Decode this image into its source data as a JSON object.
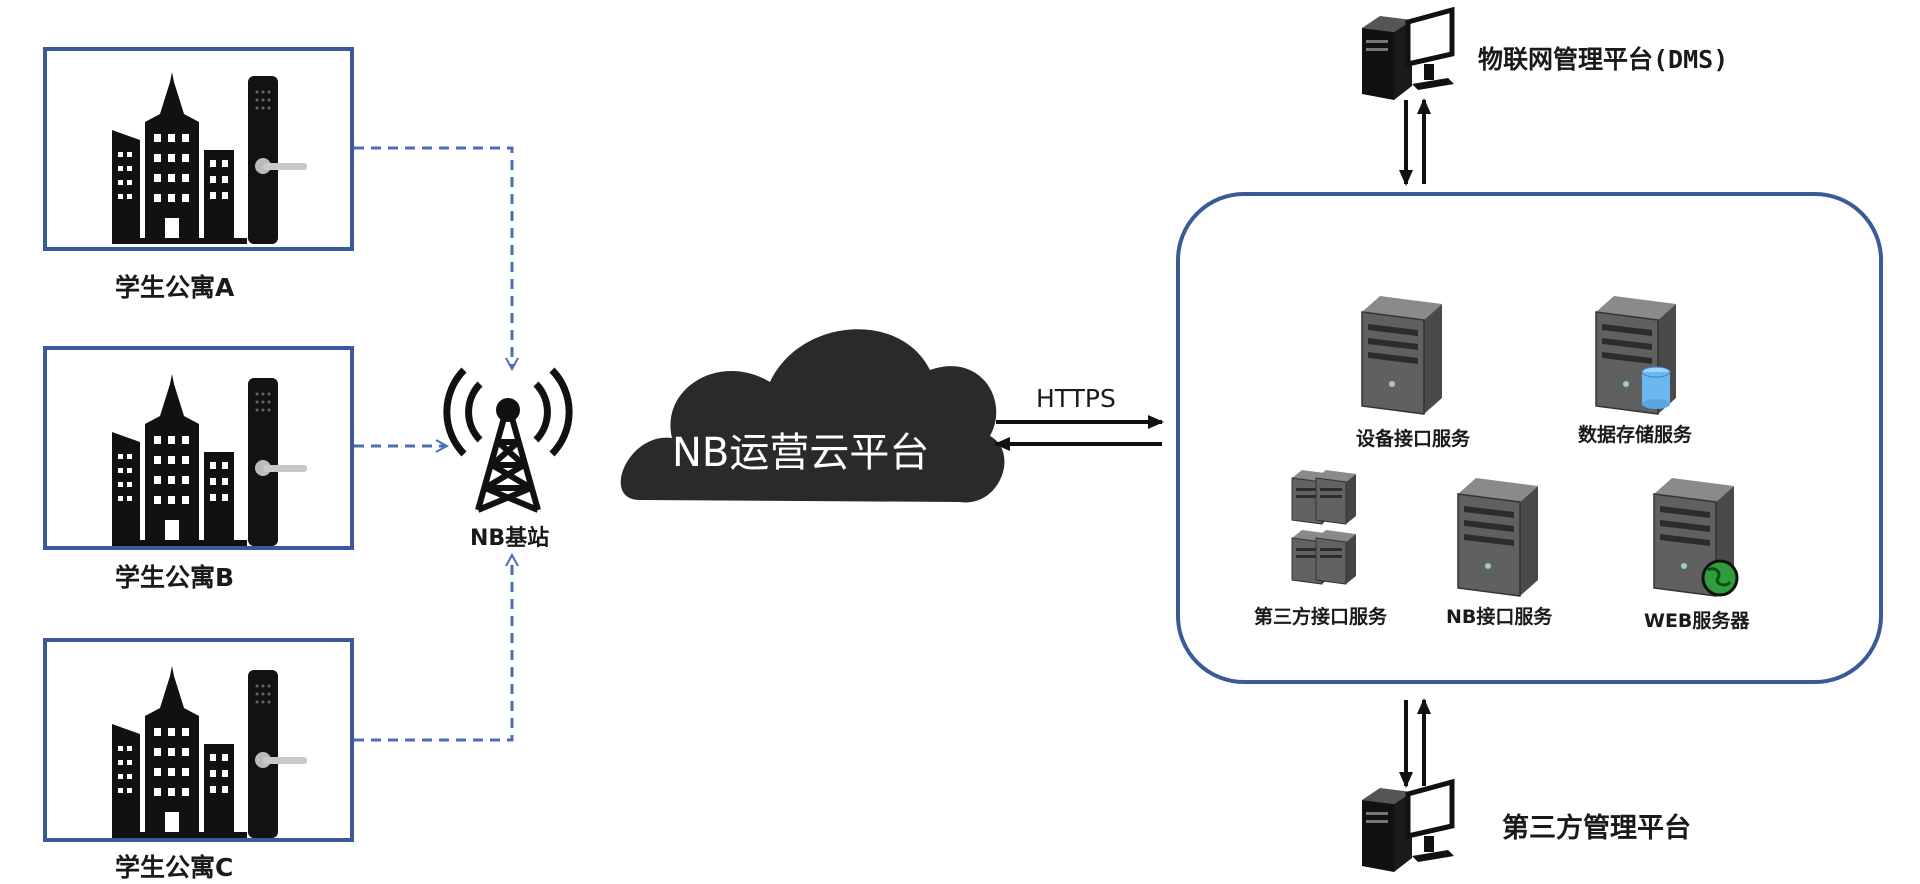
{
  "apartments": [
    {
      "label": "学生公寓A"
    },
    {
      "label": "学生公寓B"
    },
    {
      "label": "学生公寓C"
    }
  ],
  "base_station": {
    "label": "NB基站"
  },
  "cloud": {
    "label": "NB运营云平台"
  },
  "link": {
    "label": "HTTPS"
  },
  "platform_box": {
    "services": [
      {
        "label": "设备接口服务"
      },
      {
        "label": "数据存储服务"
      },
      {
        "label": "第三方接口服务"
      },
      {
        "label": "NB接口服务"
      },
      {
        "label": "WEB服务器"
      }
    ]
  },
  "dms": {
    "label": "物联网管理平台(DMS)"
  },
  "third_party": {
    "label": "第三方管理平台"
  },
  "colors": {
    "box_border": "#3b5b96",
    "dashed_line": "#4a6fb5",
    "cloud_fill": "#2a2a2a"
  }
}
